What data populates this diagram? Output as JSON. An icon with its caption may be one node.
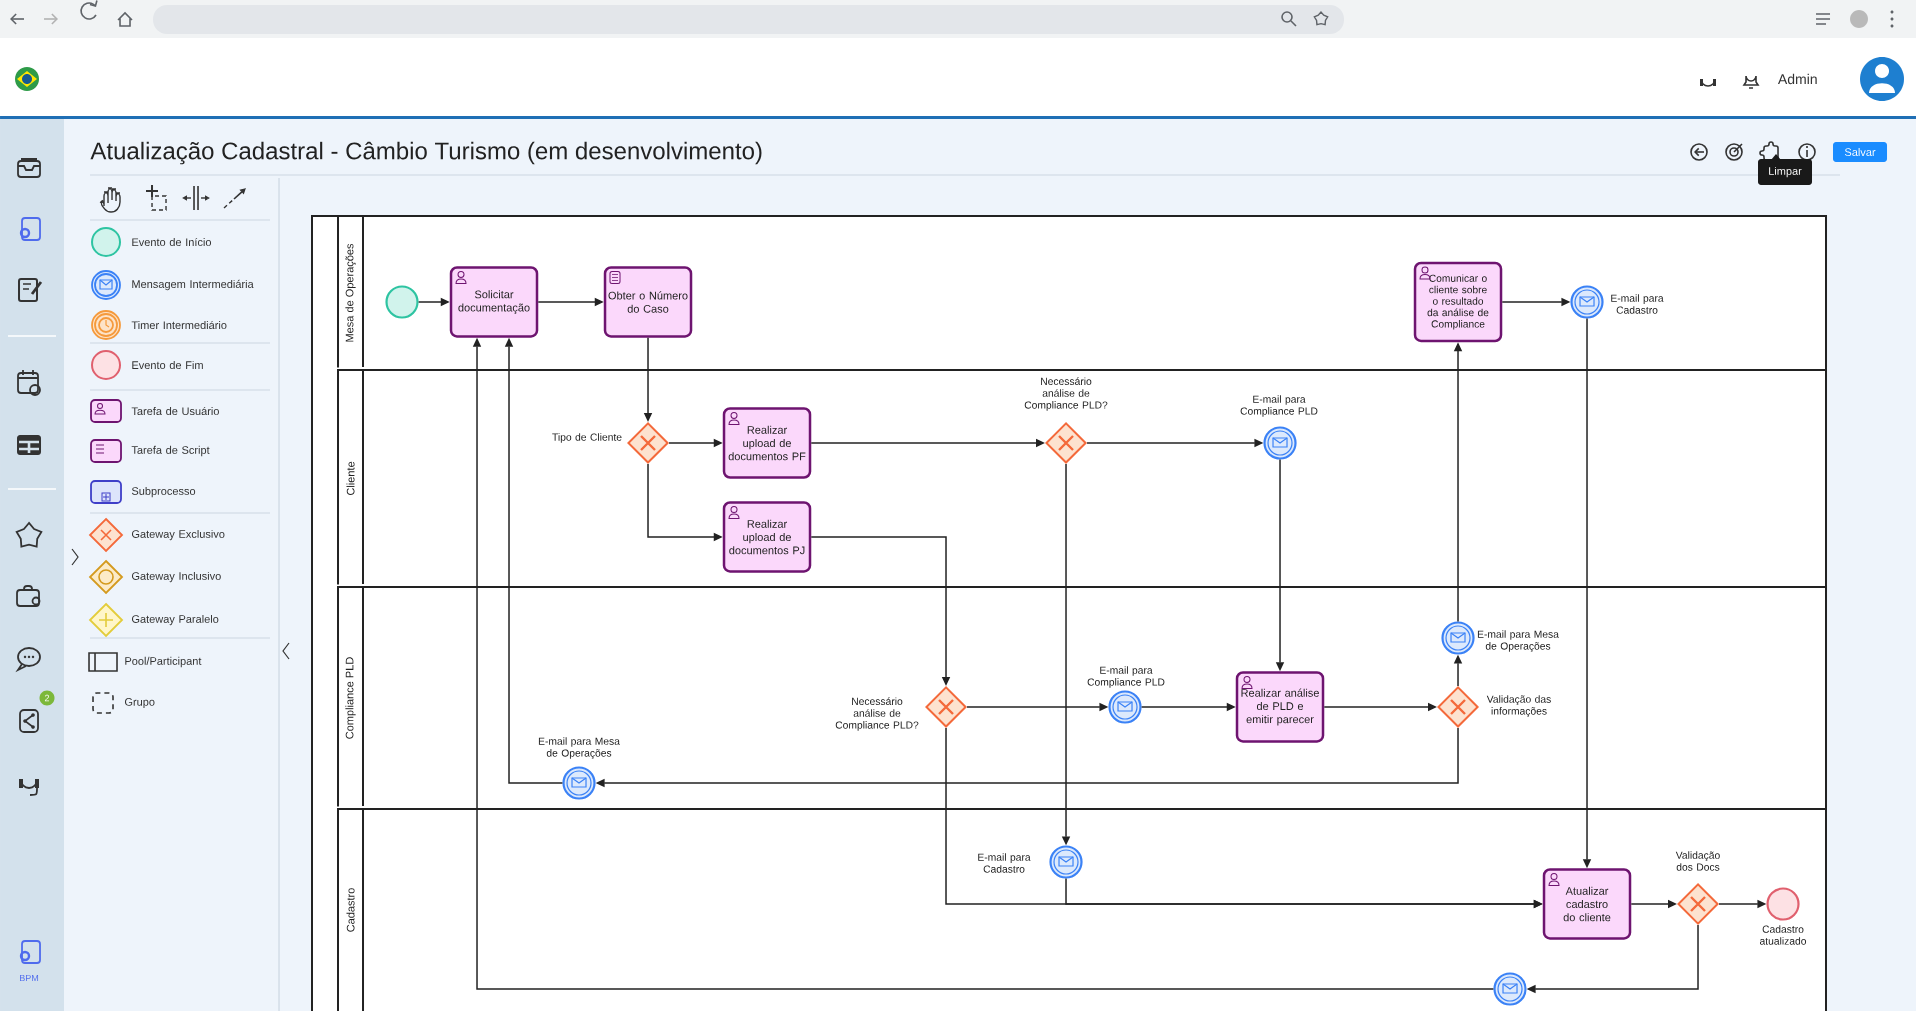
{
  "diagram": {
    "title": "Atualização Cadastral - Câmbio Turismo (em desenvolvimento)",
    "nodes": [
      {
        "text": [
          "Mesa de Operações"
        ]
      },
      {
        "text": [],
        "shape": "circle",
        "in": 0
      },
      {
        "text": [
          "Solicitar documentação"
        ],
        "in": 0
      },
      {
        "text": [
          "Obter o Número do Caso"
        ],
        "in": 0
      },
      {
        "text": [
          "Comunicar o cliente sobre o resultado da análise de Compliance"
        ],
        "in": 0
      },
      {
        "text": [],
        "shape": "circle",
        "beside": [
          "E-mail para Cadastro"
        ],
        "in": 0
      },
      {
        "text": [
          "Cliente"
        ]
      },
      {
        "text": [],
        "shape": "diamond",
        "beside": [
          "Tipo de Cliente"
        ],
        "in": 6
      },
      {
        "text": [
          "Realizar upload de documentos PF"
        ],
        "in": 6
      },
      {
        "text": [
          "Realizar upload de documentos PJ"
        ],
        "in": 6
      },
      {
        "text": [],
        "shape": "diamond",
        "beside": [
          "Necessário análise de Compliance PLD?"
        ],
        "in": 6
      },
      {
        "text": [],
        "shape": "circle",
        "beside": [
          "E-mail para Compliance PLD"
        ],
        "in": 6
      },
      {
        "text": [
          "Compliance PLD"
        ]
      },
      {
        "text": [],
        "shape": "circle",
        "beside": [
          "E-mail para Mesa de Operações"
        ],
        "in": 12
      },
      {
        "text": [],
        "shape": "circle",
        "beside": [
          "E-mail para Compliance PLD"
        ],
        "in": 12
      },
      {
        "text": [],
        "shape": "diamond",
        "beside": [
          "Necessário análise de Compliance PLD?"
        ],
        "in": 12
      },
      {
        "text": [
          "Realizar análise de PLD e emitir parecer"
        ],
        "in": 12
      },
      {
        "text": [],
        "shape": "diamond",
        "beside": [
          "Validação das informações"
        ],
        "in": 12
      },
      {
        "text": [],
        "shape": "circle",
        "beside": [
          "E-mail para Mesa de Operações"
        ],
        "in": 12
      },
      {
        "text": [
          "Cadastro"
        ]
      },
      {
        "text": [],
        "shape": "circle",
        "beside": [
          "E-mail para Cadastro"
        ],
        "in": 19
      },
      {
        "text": [
          "Atualizar cadastro do cliente"
        ],
        "in": 19
      },
      {
        "text": [],
        "shape": "diamond",
        "beside": [
          "Validação dos Docs"
        ],
        "in": 19
      },
      {
        "text": [],
        "shape": "circle",
        "beside": [
          "Cadastro atualizado"
        ],
        "in": 19
      },
      {
        "text": [],
        "shape": "circle",
        "in": 19
      }
    ],
    "edges": [
      {
        "from": 1,
        "to": 2,
        "arrow": "to"
      },
      {
        "from": 2,
        "to": 3,
        "arrow": "to"
      },
      {
        "from": 3,
        "to": 7,
        "arrow": "to"
      },
      {
        "from": 7,
        "to": 8,
        "arrow": "to"
      },
      {
        "from": 7,
        "to": 9,
        "arrow": "to"
      },
      {
        "from": 8,
        "to": 10,
        "arrow": "to"
      },
      {
        "from": 9,
        "to": 15,
        "arrow": "to"
      },
      {
        "from": 10,
        "to": 11,
        "arrow": "to"
      },
      {
        "from": 10,
        "to": 20,
        "arrow": "to"
      },
      {
        "from": 11,
        "to": 16,
        "arrow": "to"
      },
      {
        "from": 15,
        "to": 14,
        "arrow": "to"
      },
      {
        "from": 14,
        "to": 16,
        "arrow": "to"
      },
      {
        "from": 16,
        "to": 17,
        "arrow": "to"
      },
      {
        "from": 17,
        "to": 13,
        "arrow": "to"
      },
      {
        "from": 13,
        "to": 4,
        "arrow": "to"
      },
      {
        "from": 17,
        "to": 18,
        "arrow": "to"
      },
      {
        "from": 18,
        "to": 2,
        "arrow": "to"
      },
      {
        "from": 4,
        "to": 5,
        "arrow": "to"
      },
      {
        "from": 5,
        "to": 21,
        "arrow": "to"
      },
      {
        "from": 15,
        "to": 21,
        "arrow": "to"
      },
      {
        "from": 20,
        "to": 21,
        "arrow": "to"
      },
      {
        "from": 21,
        "to": 22,
        "arrow": "to"
      },
      {
        "from": 22,
        "to": 23,
        "arrow": "to"
      },
      {
        "from": 22,
        "to": 24,
        "arrow": "to"
      },
      {
        "from": 24,
        "to": 2,
        "arrow": "to"
      }
    ],
    "labels": [
      "Admin",
      "Salvar",
      "Limpar",
      "Evento de Início",
      "Mensagem Intermediária",
      "Timer Intermediário",
      "Evento de Fim",
      "Tarefa de Usuário",
      "Tarefa de Script",
      "Subprocesso",
      "Gateway Exclusivo",
      "Gateway Inclusivo",
      "Gateway Paralelo",
      "Pool/Participant",
      "Grupo",
      "2",
      "BPM"
    ]
  }
}
